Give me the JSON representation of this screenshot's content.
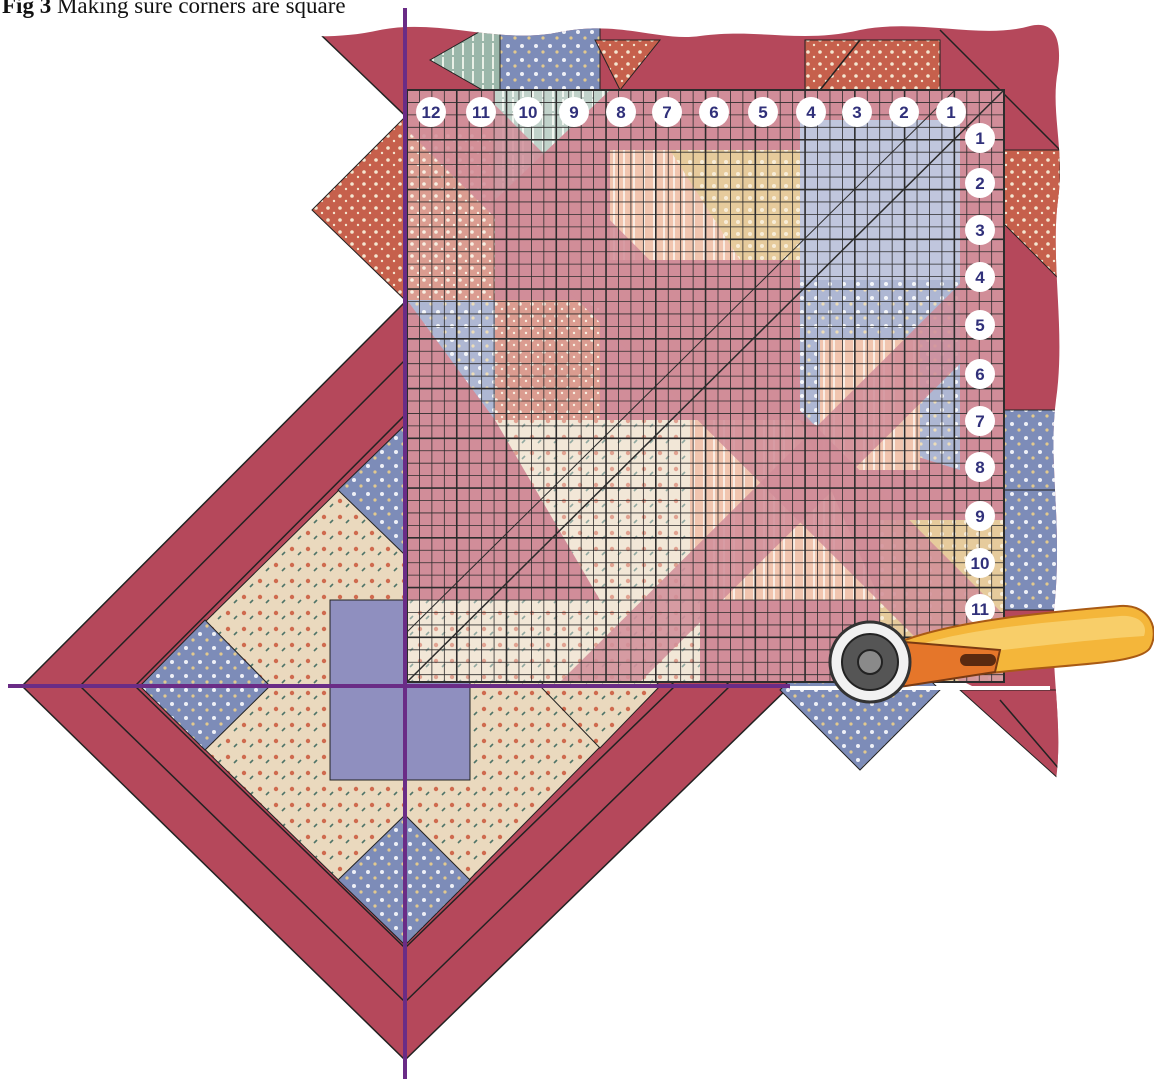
{
  "caption": {
    "figure_label": "Fig 3",
    "text": " Making sure corners are square"
  },
  "colors": {
    "border_red": "#b5485b",
    "guide_purple": "#6a2c86",
    "ruler_line": "#2c2c2c",
    "number_ink": "#30307a",
    "fabric_blue": "#7d8cb8",
    "fabric_cream": "#ead9be",
    "fabric_rust": "#c6604c",
    "fabric_sage": "#9bb7aa",
    "fabric_peach": "#e8a27e",
    "fabric_mustard": "#d7ab5f",
    "cutter_yellow": "#f4b63a",
    "cutter_orange": "#e5762a"
  },
  "ruler": {
    "top_numbers": [
      "12",
      "11",
      "10",
      "9",
      "8",
      "7",
      "6",
      "5",
      "4",
      "3",
      "2",
      "1"
    ],
    "side_numbers": [
      "1",
      "2",
      "3",
      "4",
      "5",
      "6",
      "7",
      "8",
      "9",
      "10",
      "11"
    ]
  },
  "icons": {
    "cutter": "rotary-cutter-icon"
  }
}
